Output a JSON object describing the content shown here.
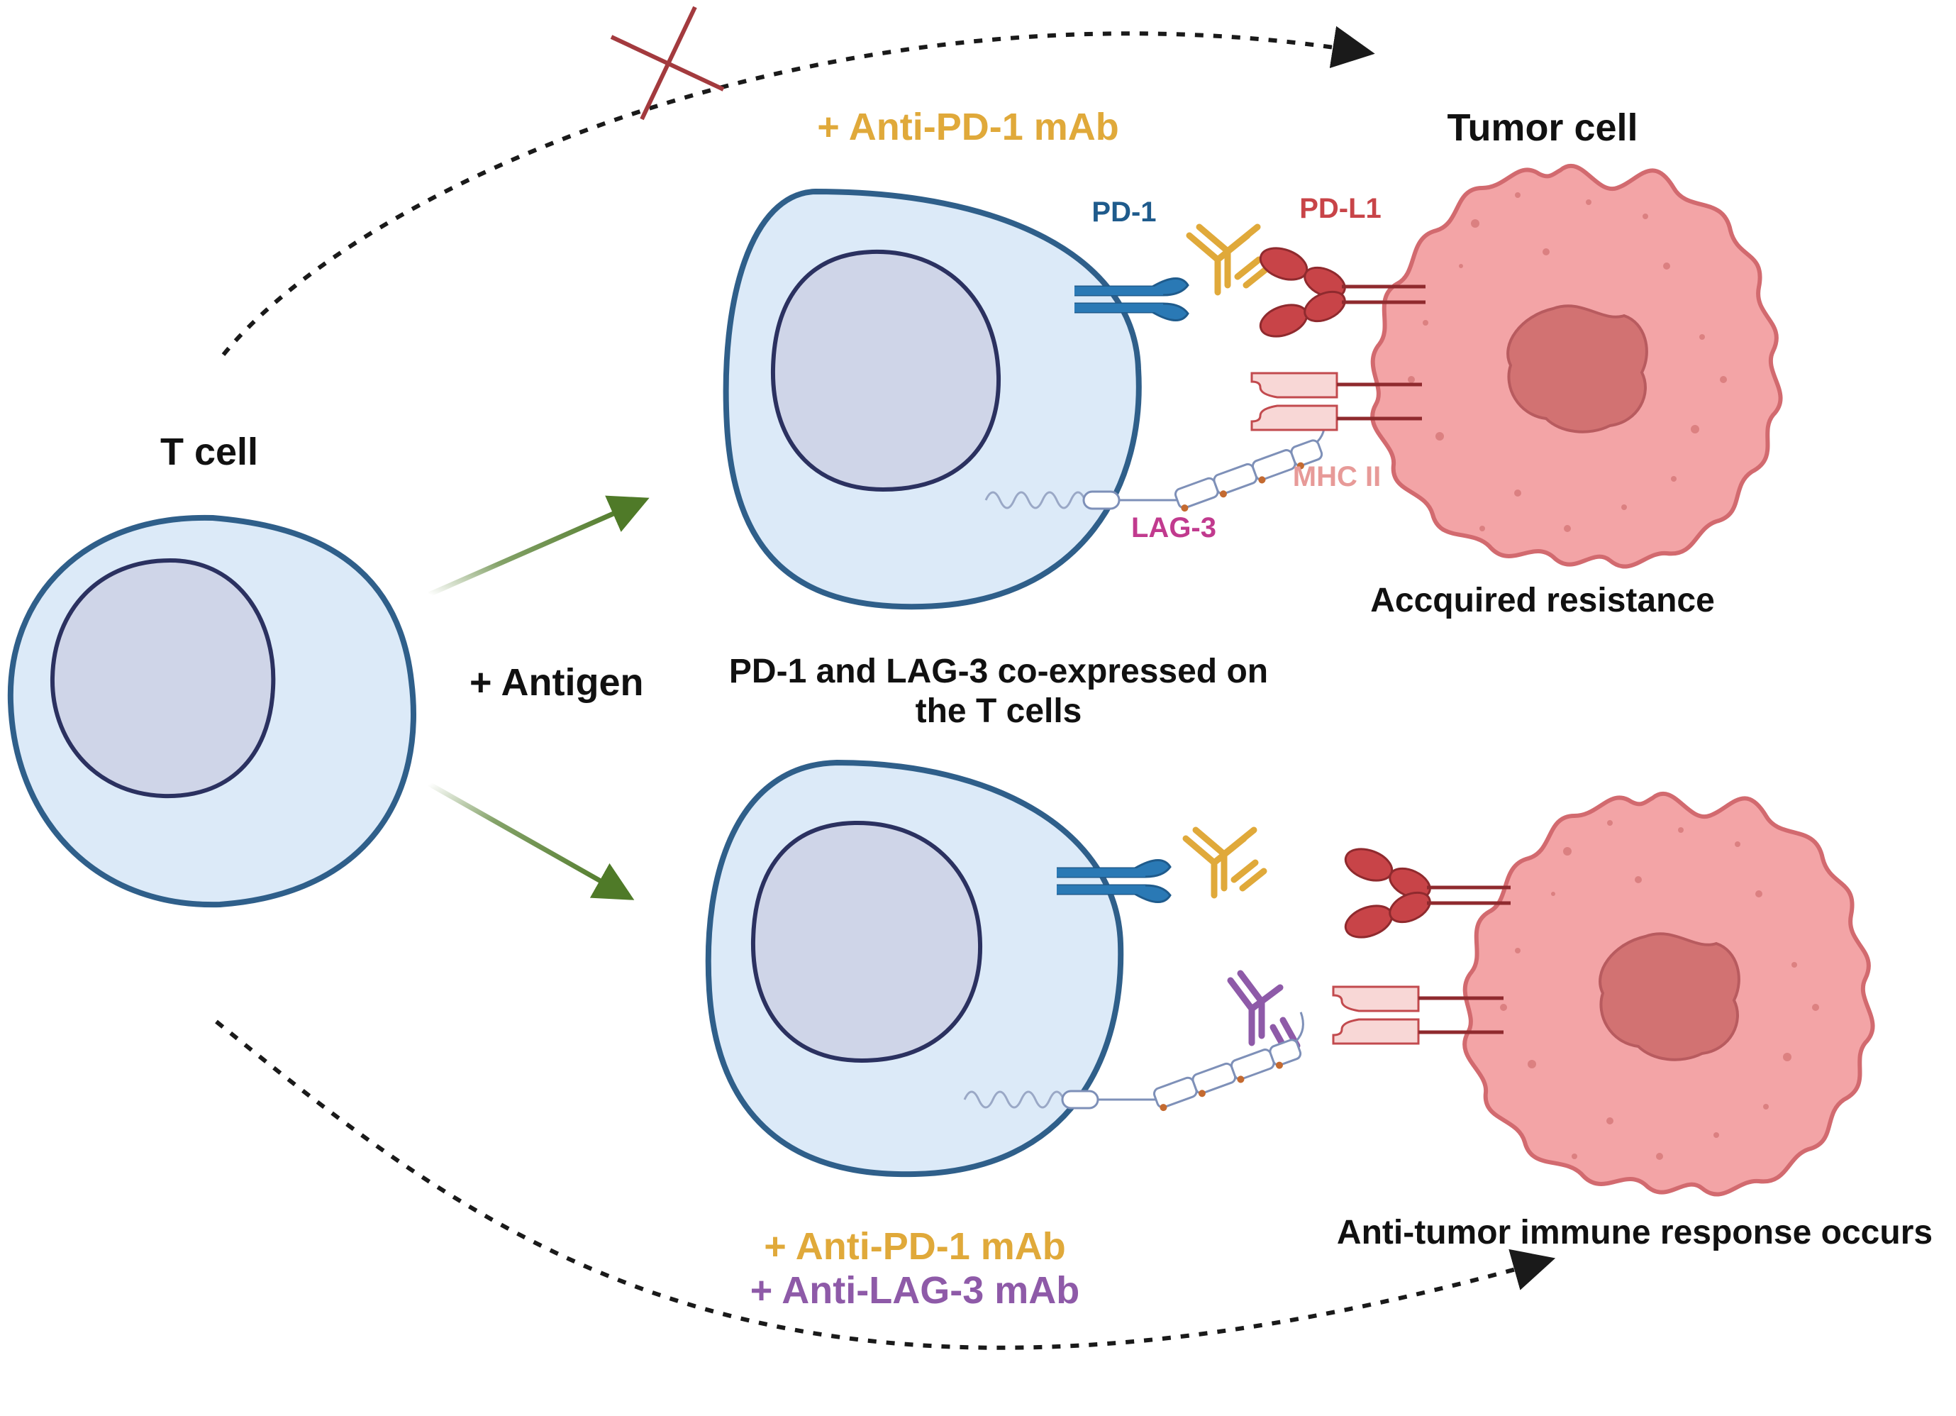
{
  "labels": {
    "t_cell": "T cell",
    "antigen": "+ Antigen",
    "tumor_cell": "Tumor cell",
    "top_treatment": "+ Anti-PD-1 mAb",
    "pd1": "PD-1",
    "pdl1": "PD-L1",
    "mhc2": "MHC II",
    "lag3": "LAG-3",
    "acquired_resistance": "Accquired resistance",
    "coexpressed_line1": "PD-1 and LAG-3 co-expressed on",
    "coexpressed_line2": "the T cells",
    "bottom_treatment_1": "+ Anti-PD-1 mAb",
    "bottom_treatment_2": "+ Anti-LAG-3 mAb",
    "anti_tumor": "Anti-tumor immune response occurs"
  },
  "colors": {
    "cell_fill": "#dceaf8",
    "cell_stroke": "#2f5f8a",
    "nucleus_fill": "#cfd5e8",
    "nucleus_stroke": "#2b3160",
    "tumor_fill": "#f3a4a6",
    "tumor_stroke": "#d26a6f",
    "tumor_nucleus": "#d27272",
    "pd1_blue": "#1f5b8c",
    "pdl1_red": "#c84448",
    "antibody_gold": "#e0a93a",
    "antibody_purple": "#8e5aa8",
    "mhc_pink": "#f8d7d6",
    "lag3_magenta": "#c13a8e",
    "mhc_label": "#e79a98",
    "arrow_green": "#4f7a28",
    "blocked_x": "#a33a3e"
  },
  "icons": [
    "blocked-x-icon",
    "antibody-icon",
    "receptor-icon",
    "ligand-icon",
    "arrow-icon"
  ]
}
